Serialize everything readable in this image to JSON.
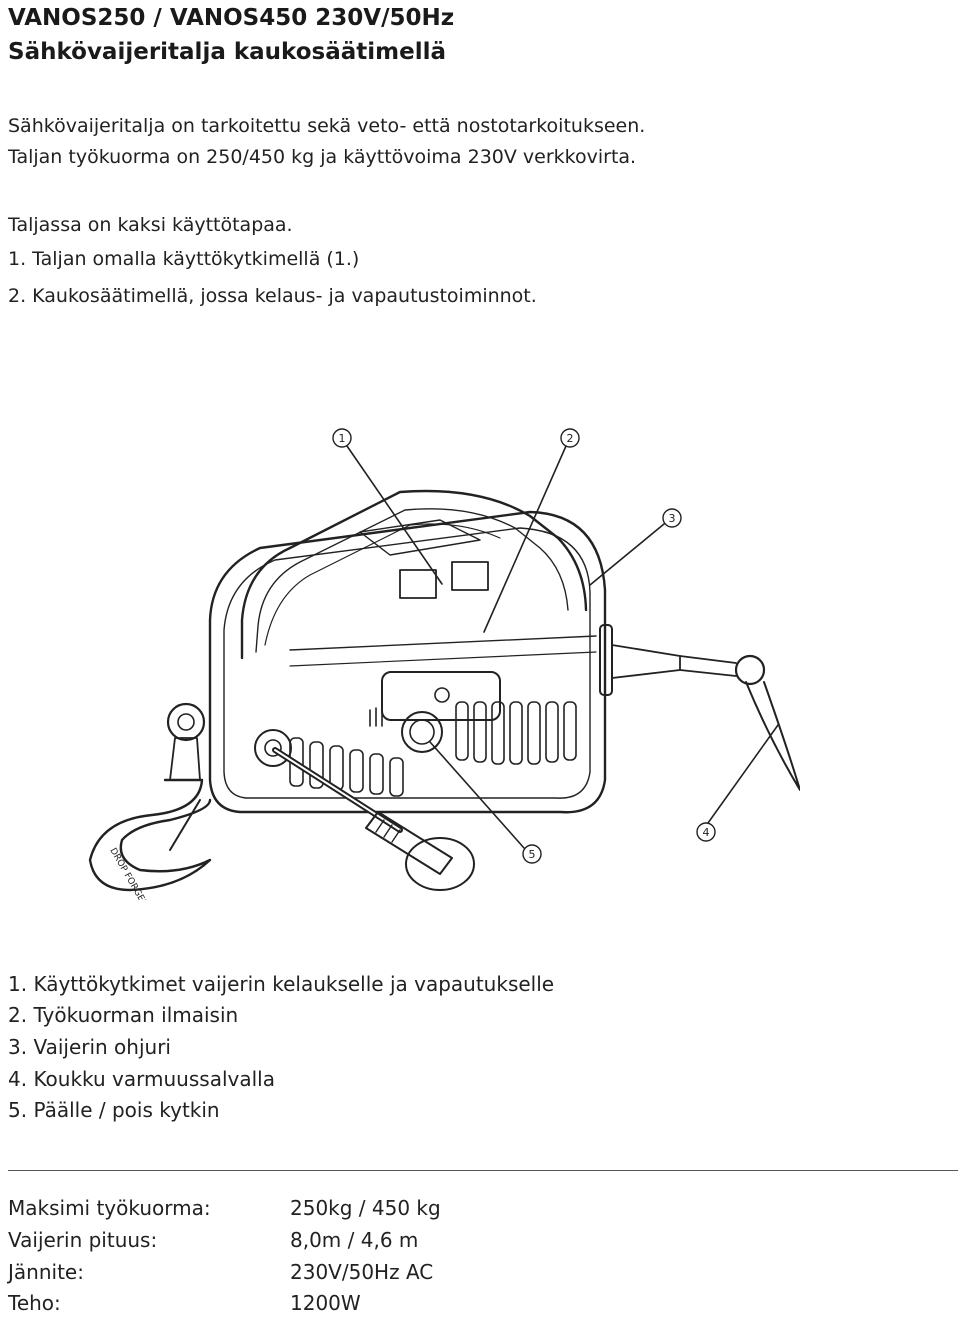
{
  "header": {
    "title": "VANOS250 / VANOS450  230V/50Hz",
    "subtitle": "Sähkövaijeritalja kaukosäätimellä"
  },
  "intro": {
    "lines": [
      "Sähkövaijeritalja on tarkoitettu sekä veto- että nostotarkoitukseen.",
      "Taljan työkuorma on 250/450 kg ja käyttövoima 230V verkkovirta.",
      "Taljassa on kaksi käyttötapaa.",
      "1. Taljan omalla käyttökytkimellä (1.)",
      "2. Kaukosäätimellä, jossa kelaus- ja vapautustoiminnot."
    ]
  },
  "illustration": {
    "callouts": [
      "1",
      "2",
      "3",
      "4",
      "5"
    ],
    "hook_text": "DROP FORGED"
  },
  "legend": {
    "items": [
      "1. Käyttökytkimet vaijerin kelaukselle ja vapautukselle",
      "2. Työkuorman ilmaisin",
      "3. Vaijerin ohjuri",
      "4. Koukku varmuussalvalla",
      "5. Päälle / pois kytkin"
    ]
  },
  "specs": {
    "rows": [
      {
        "label": "Maksimi työkuorma:",
        "value": "250kg / 450 kg"
      },
      {
        "label": "Vaijerin pituus:",
        "value": "8,0m / 4,6 m"
      },
      {
        "label": "Jännite:",
        "value": "230V/50Hz AC"
      },
      {
        "label": "Teho:",
        "value": "1200W"
      }
    ]
  }
}
